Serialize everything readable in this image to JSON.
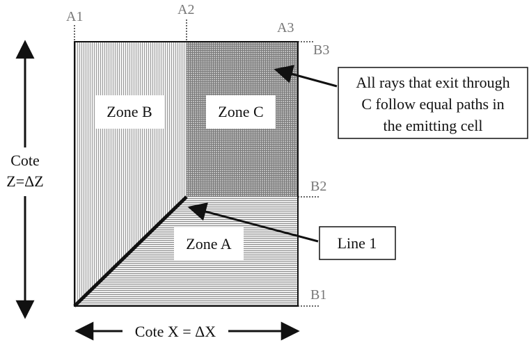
{
  "corners": {
    "a1": "A1",
    "a2": "A2",
    "a3": "A3",
    "b1": "B1",
    "b2": "B2",
    "b3": "B3"
  },
  "zones": {
    "a": "Zone A",
    "b": "Zone B",
    "c": "Zone C"
  },
  "axes": {
    "z_line1": "Cote",
    "z_line2": "Z=ΔZ",
    "x": "Cote X = ΔX"
  },
  "callouts": {
    "rays_line1": "All rays that exit through",
    "rays_line2": "C follow equal paths in",
    "rays_line3": "the emitting cell",
    "line1": "Line 1"
  },
  "colors": {
    "ink": "#111111",
    "label_gray": "#777777",
    "zone_fill_light": "#d9d9d9",
    "zone_fill_dark": "#a8a8a8"
  }
}
